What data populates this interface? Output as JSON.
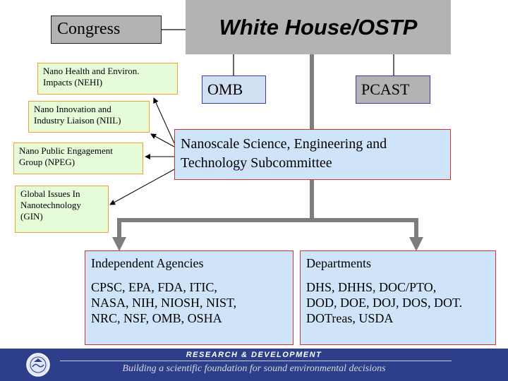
{
  "top": {
    "congress": "Congress",
    "white_house": "White House/OSTP",
    "omb": "OMB",
    "pcast": "PCAST"
  },
  "subcommittee": {
    "line1": "Nanoscale Science, Engineering and",
    "line2": "Technology Subcommittee"
  },
  "working_groups": [
    {
      "line1": "Nano Health and Environ.",
      "line2": "Impacts (NEHI)"
    },
    {
      "line1": "Nano Innovation and",
      "line2": "Industry Liaison (NIIL)"
    },
    {
      "line1": "Nano Public Engagement",
      "line2": "Group (NPEG)"
    },
    {
      "line1": "Global Issues In",
      "line2": "Nanotechnology",
      "line3": "(GIN)"
    }
  ],
  "independent_agencies": {
    "title": "Independent Agencies",
    "lines": [
      "CPSC, EPA, FDA, ITIC,",
      "NASA, NIH, NIOSH, NIST,",
      "NRC, NSF, OMB, OSHA"
    ]
  },
  "departments": {
    "title": "Departments",
    "lines": [
      "DHS, DHHS, DOC/PTO,",
      "DOD, DOE, DOJ, DOS, DOT.",
      "DOTreas, USDA"
    ]
  },
  "footer": {
    "heading": "RESEARCH & DEVELOPMENT",
    "tagline": "Building a scientific foundation for sound environmental decisions"
  },
  "colors": {
    "footer_bg": "#2d3f8a",
    "box_blue": "#cfe4f8",
    "box_green": "#e6fbd8",
    "box_gray": "#b3b3b3"
  },
  "icons": [
    "epa-seal-icon"
  ]
}
